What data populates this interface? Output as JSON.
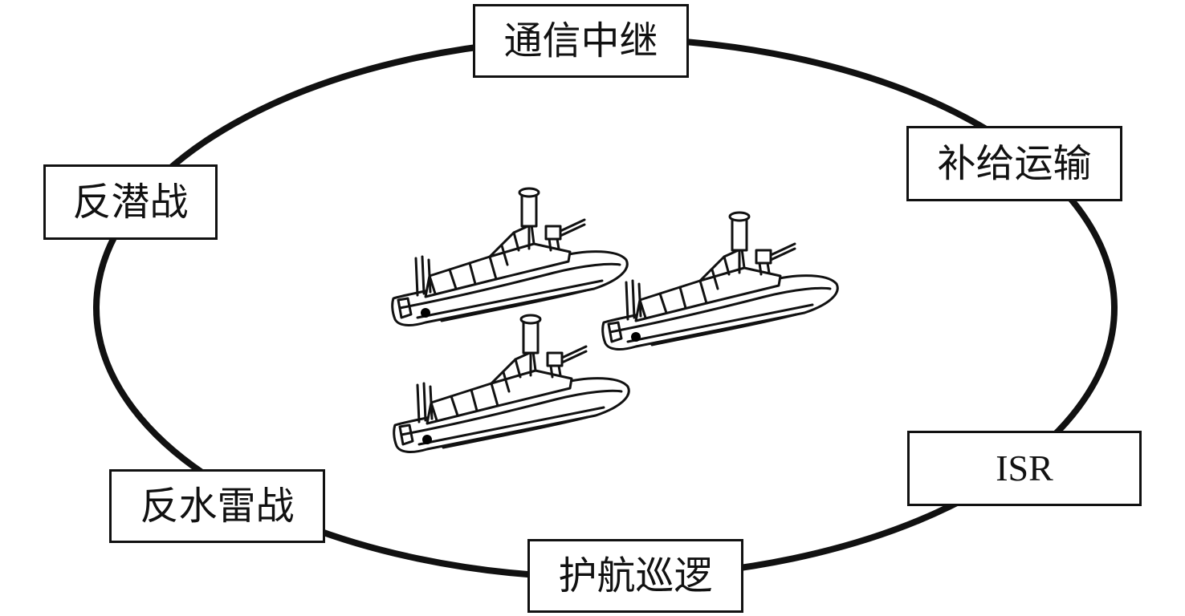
{
  "diagram": {
    "center": {
      "icon": "unmanned-surface-vessel-icon",
      "count": 3
    },
    "roles": {
      "comm_relay": "通信中继",
      "asw": "反潜战",
      "supply_transport": "补给运输",
      "isr": "ISR",
      "mine_countermeasure": "反水雷战",
      "escort_patrol": "护航巡逻"
    },
    "colors": {
      "stroke": "#111111",
      "background": "#ffffff"
    }
  }
}
